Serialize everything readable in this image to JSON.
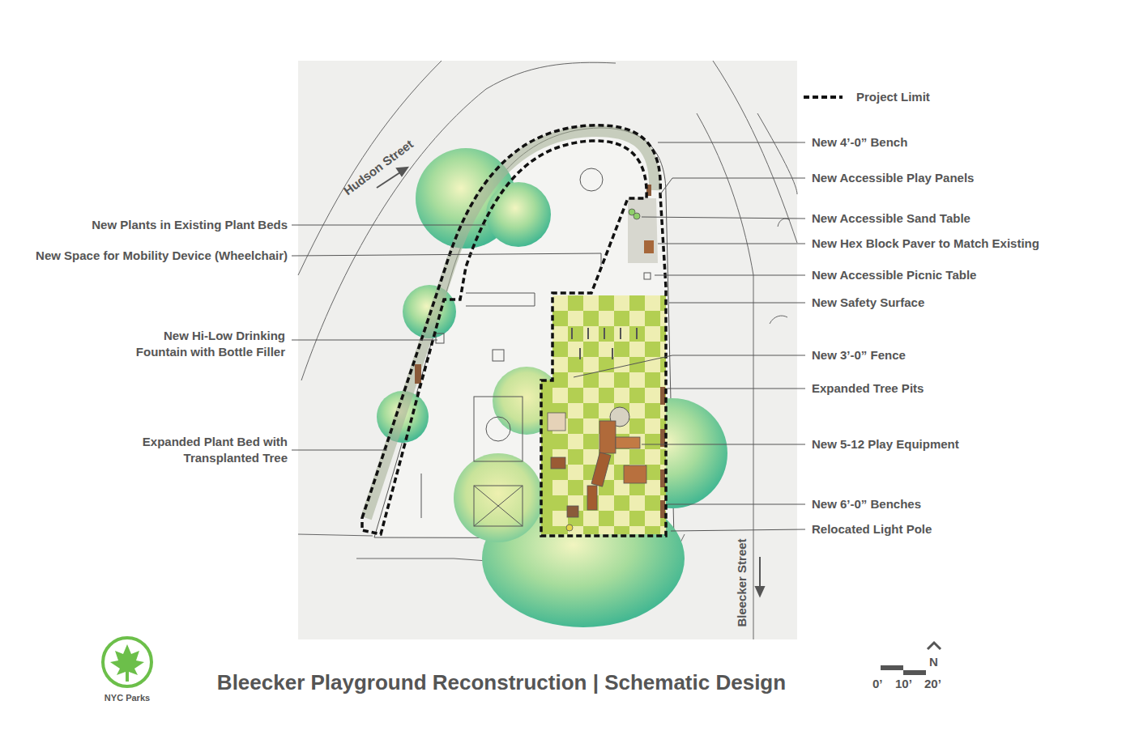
{
  "diagram": {
    "title": "Bleecker Playground Reconstruction | Schematic Design",
    "labels": [
      "Hudson Street",
      "Bleecker Street",
      "New Plants in Existing Plant Beds",
      "New Space for Mobility Device (Wheelchair)",
      "New Hi-Low Drinking Fountain with Bottle Filler",
      "Expanded Plant Bed with Transplanted Tree",
      "New 4’-0” Bench",
      "New Accessible Play Panels",
      "New Accessible Sand Table",
      "New Hex Block Paver to Match Existing",
      "New Accessible Picnic Table",
      "New Safety Surface",
      "New 3’-0” Fence",
      "Expanded Tree Pits",
      "New 5-12 Play Equipment",
      "New 6’-0” Benches",
      "Relocated Light Pole",
      "0’",
      "10’",
      "20’",
      "N",
      "NYC Parks"
    ],
    "legend": [
      {
        "text": "Project Limit"
      }
    ]
  }
}
